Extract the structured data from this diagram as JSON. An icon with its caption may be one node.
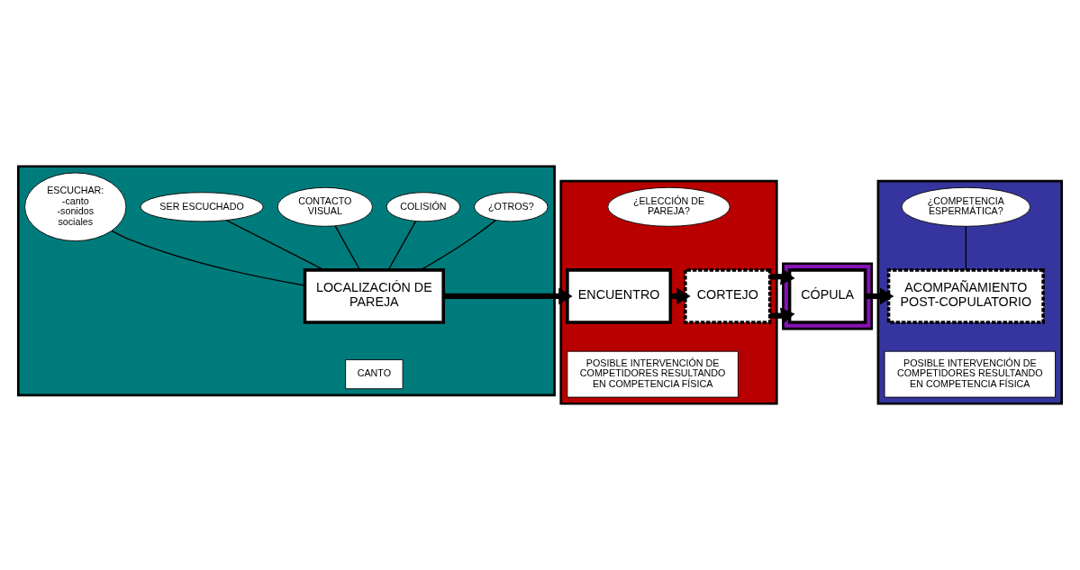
{
  "diagram": {
    "nodes": [
      {
        "text": [],
        "shape": "band"
      },
      {
        "text": [
          "¿OTROS?"
        ],
        "in": 0
      },
      {
        "text": [
          "COLISIÓN"
        ],
        "in": 0
      },
      {
        "text": [
          "CONTACTO VISUAL"
        ],
        "in": 0
      },
      {
        "text": [
          "SER ESCUCHADO"
        ],
        "in": 0
      },
      {
        "text": [
          "ESCUCHAR: -canto -sonidos sociales"
        ],
        "in": 0
      },
      {
        "text": [
          "LOCALIZACIÓN DE PAREJA"
        ],
        "in": 0
      },
      {
        "text": [
          "CANTO"
        ],
        "in": 0
      },
      {
        "text": [],
        "shape": "band"
      },
      {
        "text": [
          "¿ELECCIÓN DE PAREJA?"
        ],
        "in": 8
      },
      {
        "text": [
          "ENCUENTRO"
        ],
        "in": 8
      },
      {
        "text": [
          "CORTEJO"
        ],
        "in": 8
      },
      {
        "text": [
          "POSIBLE INTERVENCIÓN DE COMPETIDORES RESULTANDO EN COMPETENCIA FÍSICA"
        ],
        "in": 8
      },
      {
        "text": [],
        "shape": "band"
      },
      {
        "text": [
          "CÓPULA"
        ],
        "in": 13
      },
      {
        "text": [],
        "shape": "band"
      },
      {
        "text": [
          "¿COMPETENCIA ESPERMÁTICA?"
        ],
        "in": 15
      },
      {
        "text": [
          "ACOMPAÑAMIENTO POST-COPULATORIO"
        ],
        "in": 15
      },
      {
        "text": [
          "POSIBLE INTERVENCIÓN DE COMPETIDORES RESULTANDO EN COMPETENCIA FÍSICA"
        ],
        "in": 15
      }
    ],
    "edges": [
      {
        "from": 1,
        "to": 6,
        "arrow": "none"
      },
      {
        "from": 2,
        "to": 6,
        "arrow": "none"
      },
      {
        "from": 3,
        "to": 6,
        "arrow": "none"
      },
      {
        "from": 4,
        "to": 6,
        "arrow": "none"
      },
      {
        "from": 5,
        "to": 6,
        "arrow": "none"
      },
      {
        "from": 6,
        "to": 10,
        "arrow": "to",
        "style": "thick"
      },
      {
        "from": 10,
        "to": 11,
        "arrow": "to",
        "style": "thick"
      },
      {
        "from": 11,
        "to": 14,
        "arrow": "to",
        "style": "thick"
      },
      {
        "from": 14,
        "to": 17,
        "arrow": "to",
        "style": "thick"
      },
      {
        "from": 16,
        "to": 17,
        "arrow": "none"
      }
    ]
  }
}
